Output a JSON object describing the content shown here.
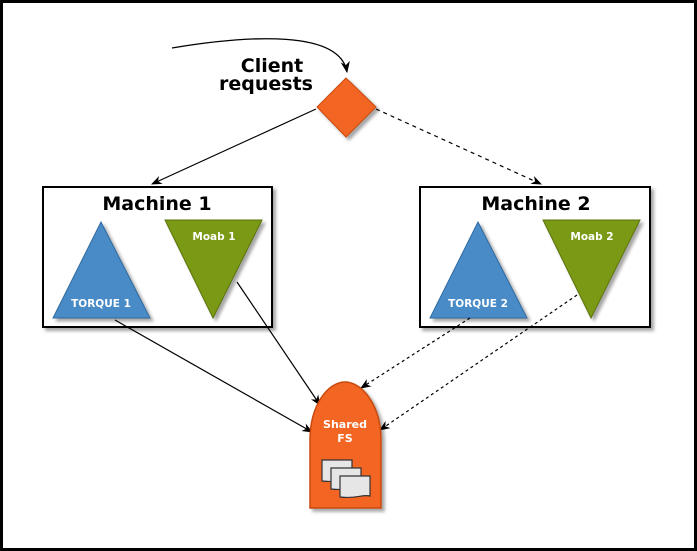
{
  "diagram": {
    "client_label_line1": "Client",
    "client_label_line2": "requests",
    "machine1": {
      "title": "Machine 1",
      "torque": "TORQUE 1",
      "moab": "Moab 1"
    },
    "machine2": {
      "title": "Machine 2",
      "torque": "TORQUE 2",
      "moab": "Moab 2"
    },
    "shared_fs": {
      "line1": "Shared",
      "line2": "FS"
    },
    "colors": {
      "router": "#f26522",
      "torque": "#4a8bc7",
      "moab": "#7a9a12",
      "shared_fs": "#f26522"
    }
  }
}
